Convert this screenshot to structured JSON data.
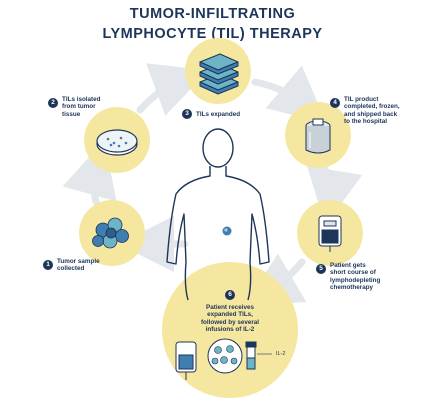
{
  "title_line1": "TUMOR-INFILTRATING",
  "title_line2": "LYMPHOCYTE (TIL) THERAPY",
  "steps": [
    {
      "n": "1",
      "text": "Tumor sample\ncollected"
    },
    {
      "n": "2",
      "text": "TILs isolated\nfrom tumor\ntissue"
    },
    {
      "n": "3",
      "text": "TILs expanded"
    },
    {
      "n": "4",
      "text": "TIL product\ncompleted, frozen,\nand shipped back\nto the hospital"
    },
    {
      "n": "5",
      "text": "Patient gets\nshort course of\nlymphodepleting\nchemotherapy"
    },
    {
      "n": "6",
      "text": "Patient receives\nexpanded TILs,\nfollowed by several\ninfusions of IL-2"
    }
  ],
  "il2_label": "IL-2",
  "colors": {
    "navy": "#1c3559",
    "yellow": "#f6e7a0",
    "blue": "#3f7fb0",
    "teal": "#6fb3c6",
    "gray_arrow": "#e3e6ea"
  }
}
